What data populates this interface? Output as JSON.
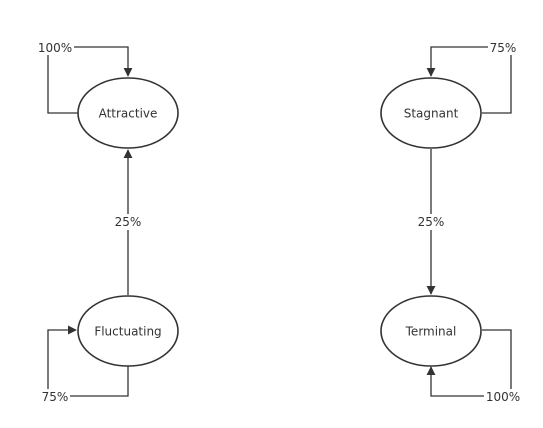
{
  "nodes": {
    "attractive": {
      "label": "Attractive"
    },
    "stagnant": {
      "label": "Stagnant"
    },
    "fluctuating": {
      "label": "Fluctuating"
    },
    "terminal": {
      "label": "Terminal"
    }
  },
  "edges": {
    "attractive_self": {
      "label": "100%"
    },
    "stagnant_self": {
      "label": "75%"
    },
    "fluctuating_to_attractive": {
      "label": "25%"
    },
    "stagnant_to_terminal": {
      "label": "25%"
    },
    "fluctuating_self": {
      "label": "75%"
    },
    "terminal_self": {
      "label": "100%"
    }
  },
  "colors": {
    "stroke": "#333333",
    "background": "#ffffff"
  }
}
